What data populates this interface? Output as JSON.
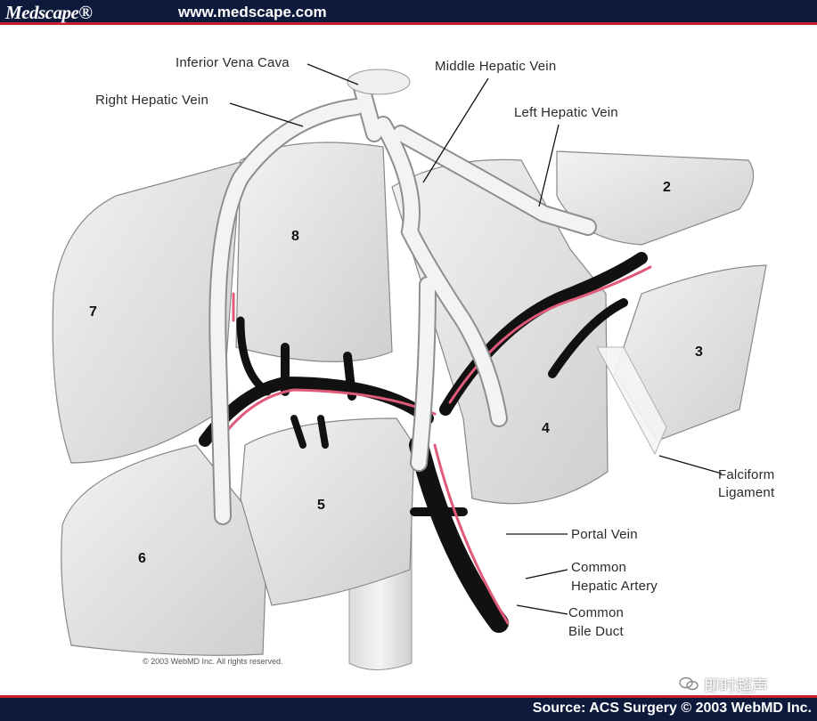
{
  "header": {
    "brand": "Medscape®",
    "url": "www.medscape.com"
  },
  "footer": {
    "source": "Source: ACS Surgery © 2003 WebMD Inc."
  },
  "copyright_small": "© 2003 WebMD Inc. All rights reserved.",
  "watermark": "即时超声",
  "labels": {
    "ivc": "Inferior Vena Cava",
    "rhv": "Right Hepatic Vein",
    "mhv": "Middle Hepatic Vein",
    "lhv": "Left Hepatic Vein",
    "falciform_1": "Falciform",
    "falciform_2": "Ligament",
    "portal_vein": "Portal Vein",
    "cha_1": "Common",
    "cha_2": "Hepatic Artery",
    "cbd_1": "Common",
    "cbd_2": "Bile Duct"
  },
  "segments": [
    "2",
    "3",
    "4",
    "5",
    "6",
    "7",
    "8"
  ],
  "colors": {
    "header_bg": "#0d1a3c",
    "accent_red": "#c8202a",
    "segment_fill": "#e3e3e3",
    "vessel_dark": "#111111",
    "artery_pink": "#e05a7a"
  }
}
